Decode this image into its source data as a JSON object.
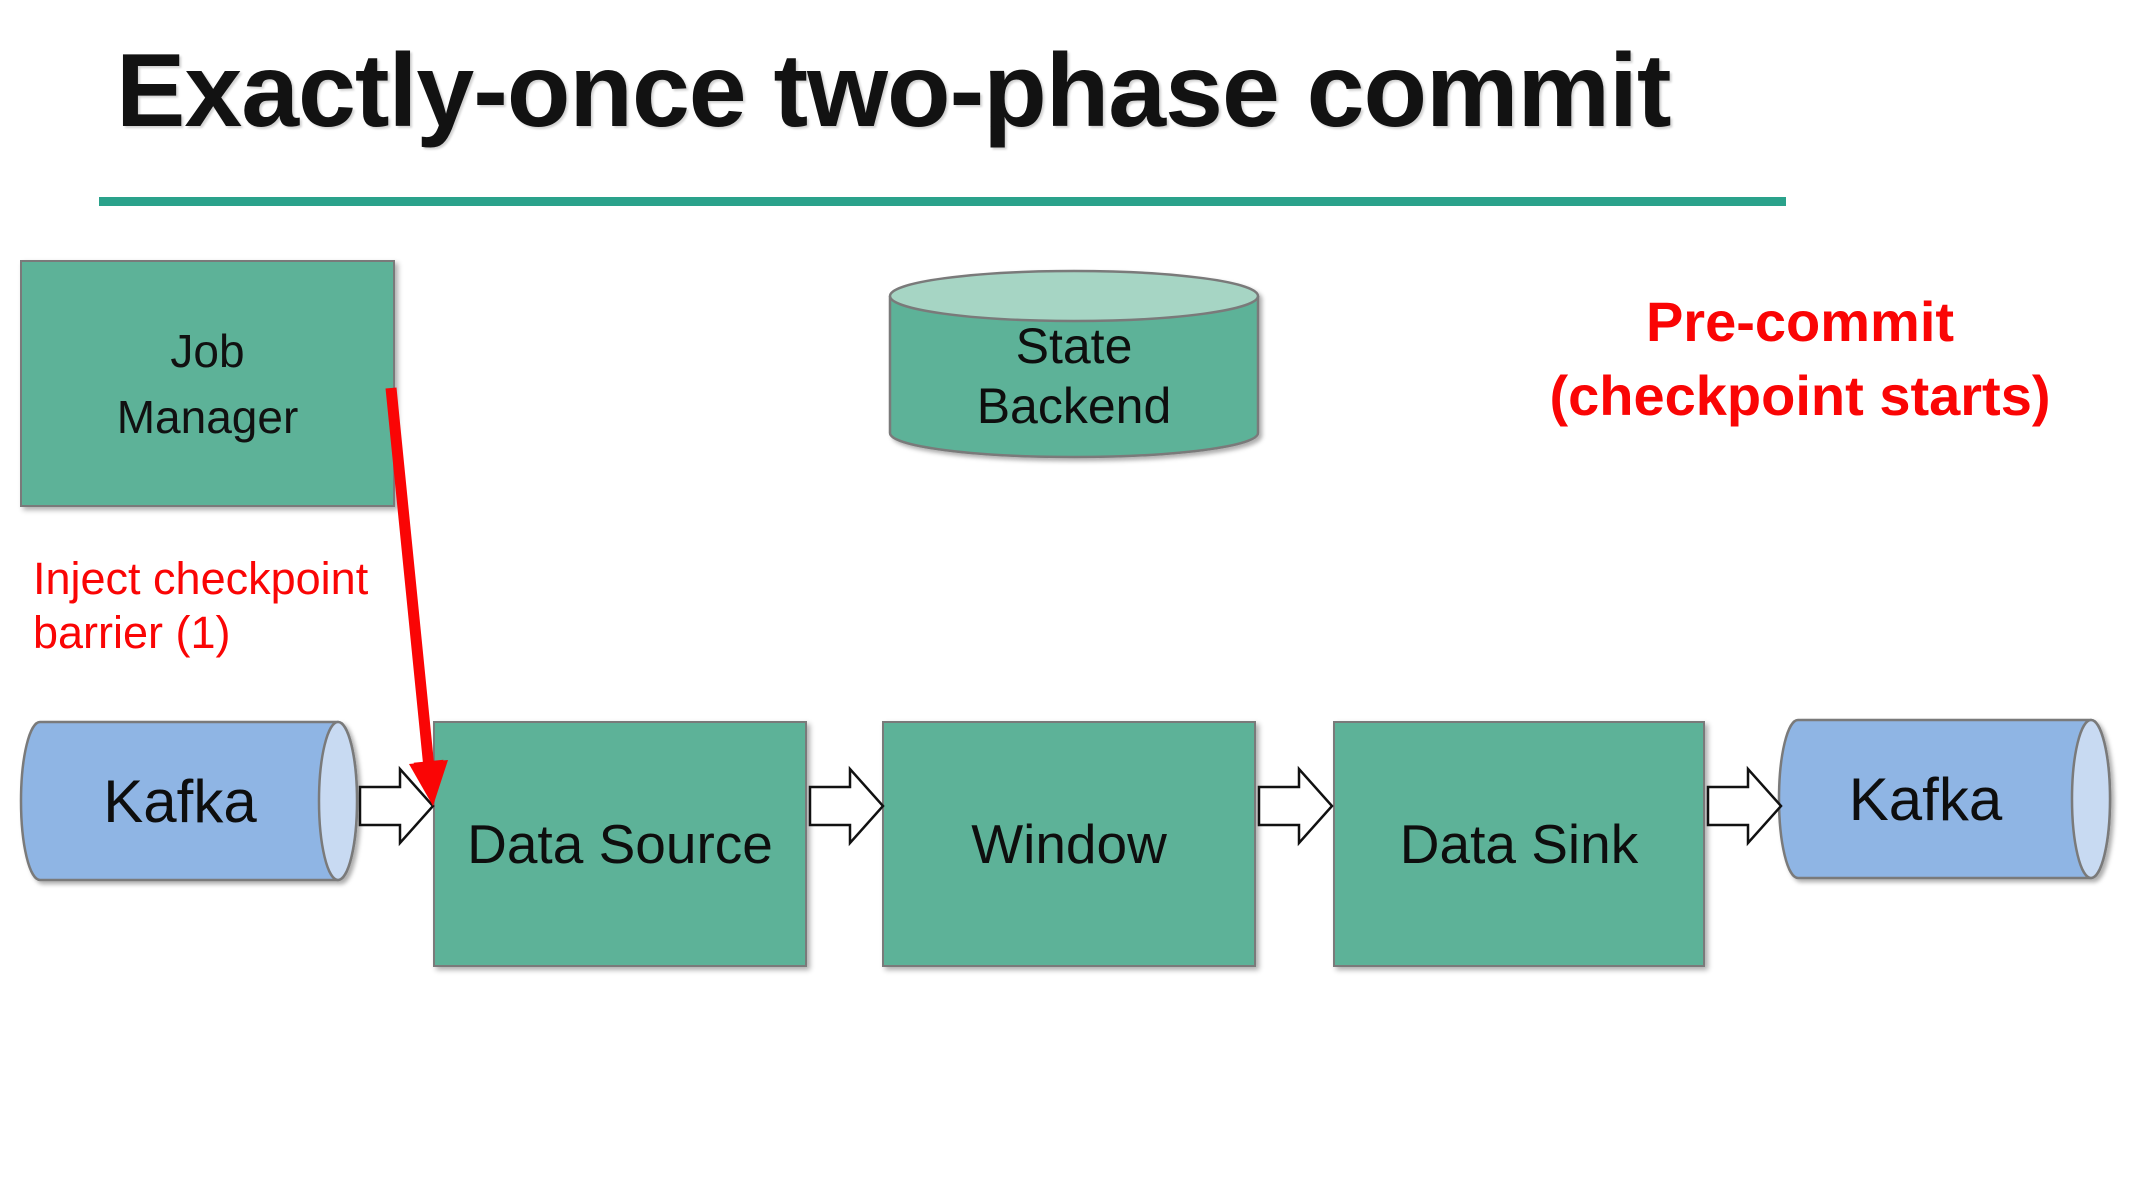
{
  "slide": {
    "title": "Exactly-once two-phase commit",
    "title_color": "#121212",
    "underline_color": "#2AA28B",
    "background": "#FFFFFF"
  },
  "annotations": {
    "phase": {
      "lines": [
        "Pre-commit",
        "(checkpoint starts)"
      ],
      "color": "#FA0505"
    },
    "inject": {
      "lines": [
        "Inject checkpoint",
        "barrier (1)"
      ],
      "color": "#FA0505"
    }
  },
  "colors": {
    "node_green": "#5DB298",
    "cylinder_top_green": "#A6D5C4",
    "kafka_blue": "#8FB5E4",
    "kafka_cap_blue": "#C8DAF2",
    "shape_border": "#7A7A7A",
    "flow_arrow_fill": "#FFFFFF",
    "flow_arrow_border": "#111111",
    "barrier_arrow_red": "#FA0505"
  },
  "nodes": {
    "job_manager": {
      "lines": [
        "Job",
        "Manager"
      ]
    },
    "state_backend": {
      "lines": [
        "State",
        "Backend"
      ]
    },
    "kafka_in": {
      "label": "Kafka"
    },
    "data_source": {
      "label": "Data Source"
    },
    "window": {
      "label": "Window"
    },
    "data_sink": {
      "label": "Data Sink"
    },
    "kafka_out": {
      "label": "Kafka"
    }
  }
}
